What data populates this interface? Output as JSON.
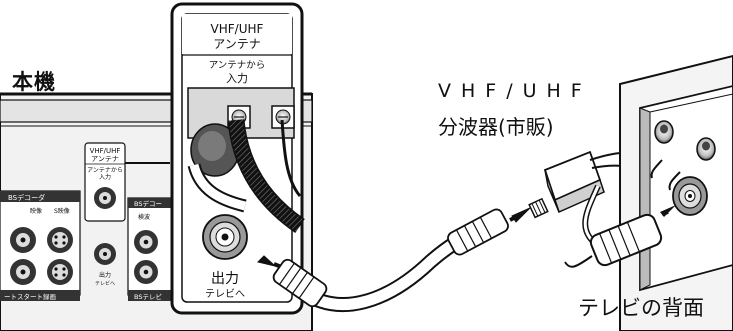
{
  "labels": {
    "unit": "本機",
    "splitter_line1": "VHF/UHF",
    "splitter_line2": "分波器(市販)",
    "tv_back": "テレビの背面"
  },
  "callout": {
    "header_line1": "VHF/UHF",
    "header_line2": "アンテナ",
    "input_line1": "アンテナから",
    "input_line2": "入力",
    "output_line1": "出力",
    "output_line2": "テレビへ"
  },
  "panel": {
    "header_line1": "VHF/UHF",
    "header_line2": "アンテナ",
    "input_line1": "アンテナから",
    "input_line2": "入力",
    "output_line1": "出力",
    "output_line2": "テレビへ",
    "bs_decoder_left": "BSデコーダ",
    "video": "映像",
    "s_video": "S映像",
    "bs_decoder_right": "BSデコー",
    "detect": "検波",
    "bs_tele": "BSテレビ",
    "start_rec": "ートスタート録画"
  },
  "colors": {
    "ink": "#111111",
    "panel_fill": "#f2f2f2",
    "cable_fill": "#ffffff",
    "shade": "#9a9a9a"
  }
}
